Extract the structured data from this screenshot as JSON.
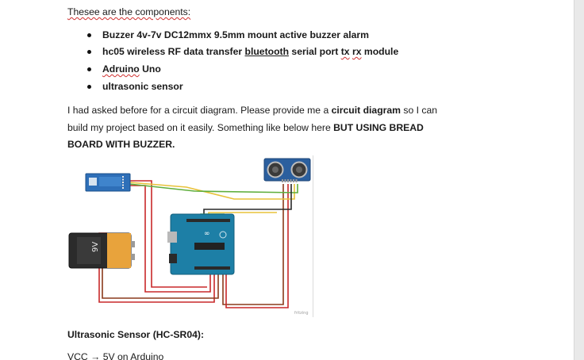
{
  "intro": "Thesee are the components:",
  "components": [
    {
      "pre": "Buzzer 4v-7v DC12mmx 9.5mm mount active buzzer alarm"
    },
    {
      "pre": "hc05 wireless RF data transfer ",
      "link": "bluetooth",
      "mid": " serial port ",
      "sq1": "tx",
      "sp": " ",
      "sq2": "rx",
      "post": " module"
    },
    {
      "sq1": "Adruino",
      "post": " Uno"
    },
    {
      "pre": "ultrasonic sensor"
    }
  ],
  "para1": {
    "a": "I had asked before for a circuit diagram. Please provide me a ",
    "b": "circuit diagram",
    "c": " so I can"
  },
  "para2": "build my project based on it easily. Something like below here ",
  "para2_bold": "BUT USING BREAD",
  "para3": "BOARD WITH BUZZER.",
  "figure": {
    "battery_label": "9V",
    "watermark": "fritzing",
    "colors": {
      "red": "#c8282a",
      "brown": "#8a3a1c",
      "yellow": "#e8c23a",
      "green": "#5fae3c",
      "black": "#2a2a2a",
      "arduino": "#1d7fa6",
      "bt": "#2e6fb8",
      "sonar": "#2b5f9e"
    }
  },
  "section_title": "Ultrasonic Sensor (HC-SR04):",
  "section_line": "VCC → 5V on Arduino"
}
